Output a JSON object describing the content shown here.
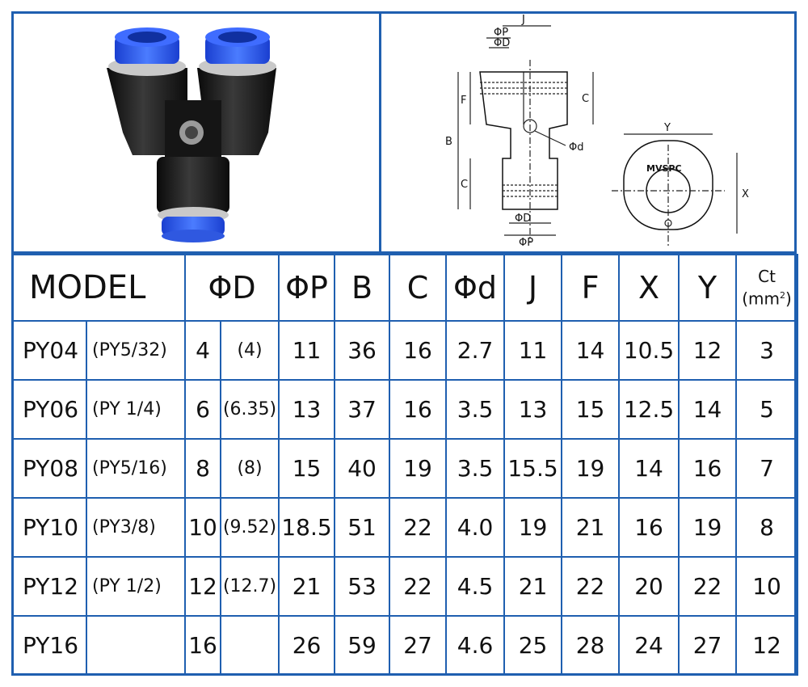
{
  "product_photo": {
    "alt": "Y connector photo"
  },
  "drawing": {
    "labels": {
      "J": "J",
      "P_top": "ΦP",
      "D_top": "ΦD",
      "F": "F",
      "C_right": "C",
      "B": "B",
      "C_left": "C",
      "d": "Φd",
      "D_bottom": "ΦD",
      "P_bottom": "ΦP",
      "Y": "Y",
      "X": "X",
      "brand": "MVSPC"
    }
  },
  "table": {
    "headers": {
      "model": "MODEL",
      "d": "ΦD",
      "p": "ΦP",
      "b": "B",
      "c": "C",
      "phid": "Φd",
      "j": "J",
      "f": "F",
      "x": "X",
      "y": "Y",
      "ct_top": "Ct",
      "ct_unit": "(mm",
      "ct_sup": "2",
      "ct_close": ")"
    },
    "rows": [
      {
        "model": "PY04",
        "alias": "(PY5/32)",
        "d": "4",
        "d_imp": "(4)",
        "p": "11",
        "b": "36",
        "c": "16",
        "phid": "2.7",
        "j": "11",
        "f": "14",
        "x": "10.5",
        "y": "12",
        "ct": "3"
      },
      {
        "model": "PY06",
        "alias": "(PY 1/4)",
        "d": "6",
        "d_imp": "(6.35)",
        "p": "13",
        "b": "37",
        "c": "16",
        "phid": "3.5",
        "j": "13",
        "f": "15",
        "x": "12.5",
        "y": "14",
        "ct": "5"
      },
      {
        "model": "PY08",
        "alias": "(PY5/16)",
        "d": "8",
        "d_imp": "(8)",
        "p": "15",
        "b": "40",
        "c": "19",
        "phid": "3.5",
        "j": "15.5",
        "f": "19",
        "x": "14",
        "y": "16",
        "ct": "7"
      },
      {
        "model": "PY10",
        "alias": "(PY3/8)",
        "d": "10",
        "d_imp": "(9.52)",
        "p": "18.5",
        "b": "51",
        "c": "22",
        "phid": "4.0",
        "j": "19",
        "f": "21",
        "x": "16",
        "y": "19",
        "ct": "8"
      },
      {
        "model": "PY12",
        "alias": "(PY 1/2)",
        "d": "12",
        "d_imp": "(12.7)",
        "p": "21",
        "b": "53",
        "c": "22",
        "phid": "4.5",
        "j": "21",
        "f": "22",
        "x": "20",
        "y": "22",
        "ct": "10"
      },
      {
        "model": "PY16",
        "alias": "",
        "d": "16",
        "d_imp": "",
        "p": "26",
        "b": "59",
        "c": "27",
        "phid": "4.6",
        "j": "25",
        "f": "28",
        "x": "24",
        "y": "27",
        "ct": "12"
      }
    ]
  }
}
